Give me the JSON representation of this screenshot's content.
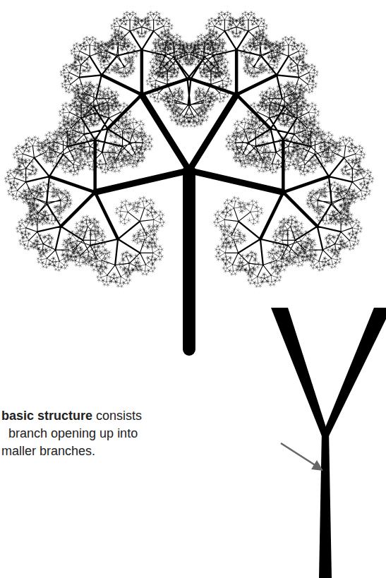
{
  "diagram": {
    "labels": [
      "basic structure",
      "consists",
      "branch opening up into",
      "maller branches."
    ]
  }
}
